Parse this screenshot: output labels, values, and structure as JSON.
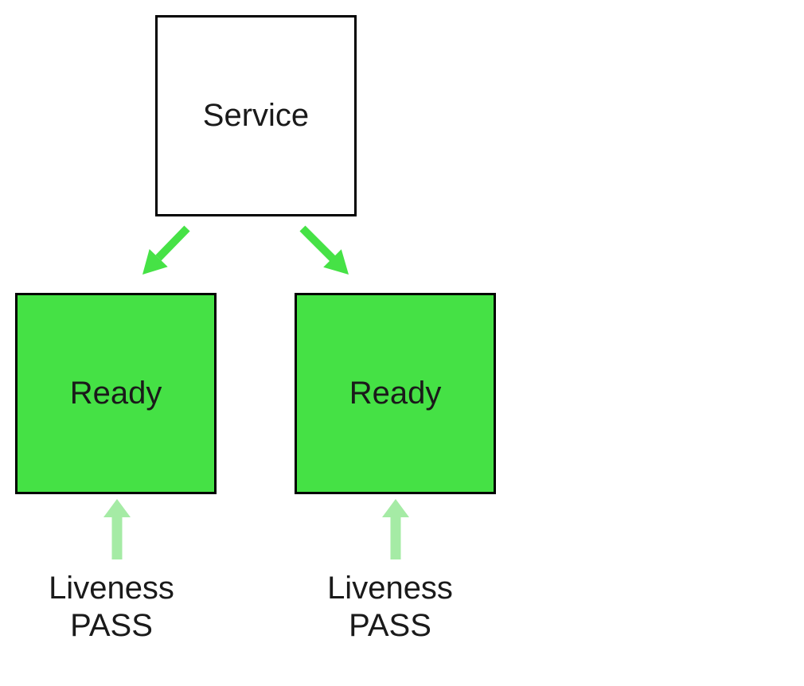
{
  "diagram": {
    "service_node": {
      "label": "Service"
    },
    "pods": [
      {
        "label": "Ready",
        "probe_label_line1": "Liveness",
        "probe_label_line2": "PASS"
      },
      {
        "label": "Ready",
        "probe_label_line1": "Liveness",
        "probe_label_line2": "PASS"
      }
    ]
  },
  "colors": {
    "pod_ready_fill": "#45E145",
    "connector_green": "#46E246",
    "probe_arrow_green": "#A5EBA5",
    "node_border": "#000000",
    "text_color": "#1A1A1A",
    "background": "#FFFFFF"
  }
}
